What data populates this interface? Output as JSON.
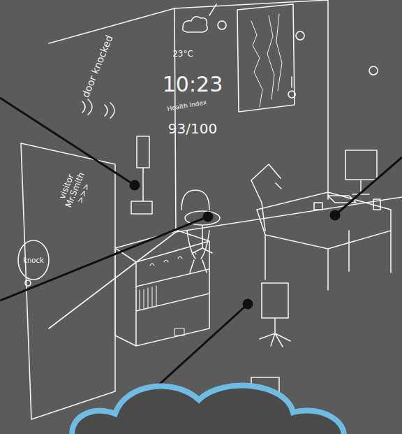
{
  "diagram": {
    "labels": [
      "door knocked",
      "23°C",
      "10:23",
      "Health Index",
      "93/100",
      "visitor Mr.Smith >>>",
      "knock"
    ]
  }
}
